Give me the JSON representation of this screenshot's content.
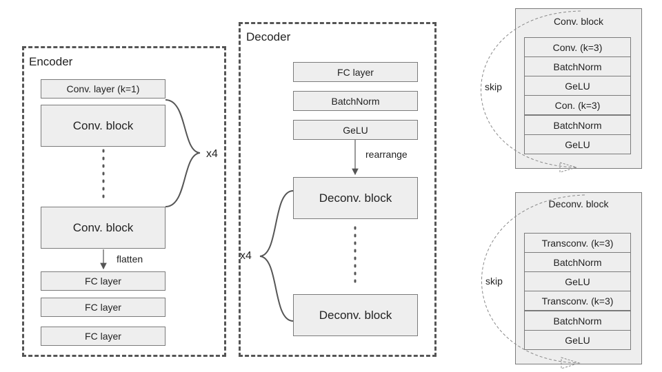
{
  "encoder": {
    "title": "Encoder",
    "first_layer": "Conv. layer (k=1)",
    "block_top": "Conv. block",
    "block_bottom": "Conv. block",
    "repeat": "x4",
    "flatten": "flatten",
    "fc_layers": [
      "FC layer",
      "FC layer",
      "FC layer"
    ]
  },
  "decoder": {
    "title": "Decoder",
    "layers": [
      "FC layer",
      "BatchNorm",
      "GeLU"
    ],
    "rearrange": "rearrange",
    "block_top": "Deconv. block",
    "block_bottom": "Deconv. block",
    "repeat": "x4"
  },
  "conv_block_detail": {
    "title": "Conv. block",
    "skip": "skip",
    "layers": [
      "Conv. (k=3)",
      "BatchNorm",
      "GeLU",
      "Con. (k=3)",
      "BatchNorm",
      "GeLU"
    ]
  },
  "deconv_block_detail": {
    "title": "Deconv. block",
    "skip": "skip",
    "layers": [
      "Transconv. (k=3)",
      "BatchNorm",
      "GeLU",
      "Transconv. (k=3)",
      "BatchNorm",
      "GeLU"
    ]
  }
}
